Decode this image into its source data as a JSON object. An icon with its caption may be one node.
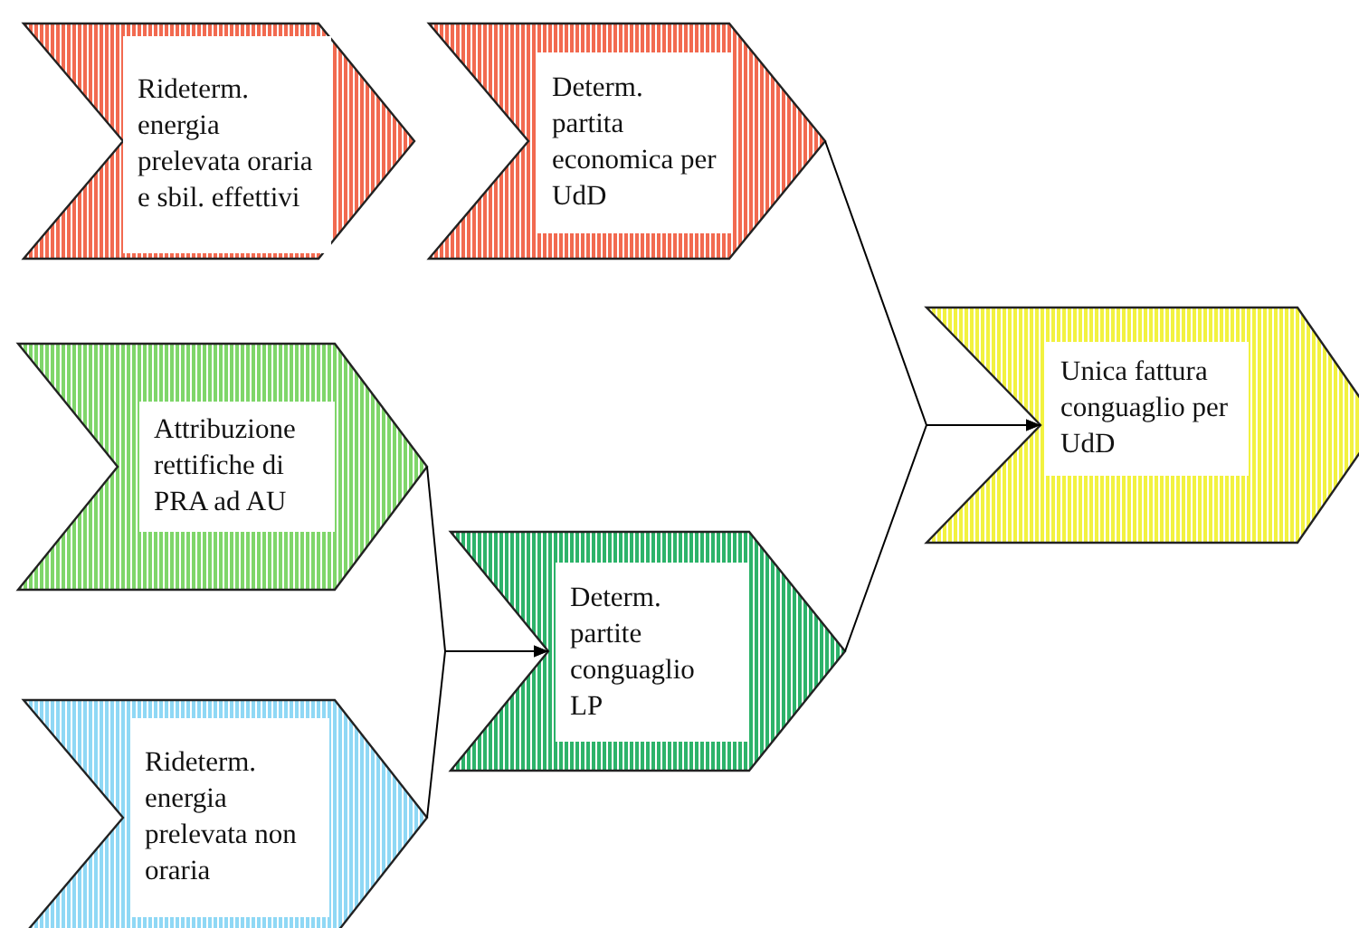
{
  "diagram": {
    "nodes": [
      {
        "text": [
          "Rideterm. energia prelevata oraria e sbil. effettivi"
        ]
      },
      {
        "text": [
          "Determ. partita economica per UdD"
        ]
      },
      {
        "text": [
          "Attribuzione rettifiche di PRA ad AU"
        ]
      },
      {
        "text": [
          "Rideterm. energia prelevata non oraria"
        ]
      },
      {
        "text": [
          "Determ. partite conguaglio LP"
        ]
      },
      {
        "text": [
          "Unica fattura conguaglio per UdD"
        ]
      }
    ],
    "edges": [
      {
        "from": 2,
        "to": 4,
        "arrow": "to"
      },
      {
        "from": 3,
        "to": 4,
        "arrow": "to"
      },
      {
        "from": 1,
        "to": 5,
        "arrow": "to"
      },
      {
        "from": 4,
        "to": 5,
        "arrow": "to"
      }
    ]
  }
}
